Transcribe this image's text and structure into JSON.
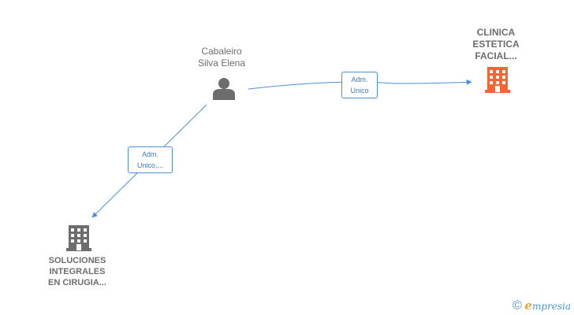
{
  "diagram": {
    "nodes": [
      {
        "id": "person",
        "kind": "person",
        "label_lines": [
          "Cabaleiro",
          "Silva Elena"
        ]
      },
      {
        "id": "clinica",
        "kind": "company",
        "label_lines": [
          "CLINICA",
          "ESTETICA",
          "FACIAL..."
        ],
        "color": "#f26835"
      },
      {
        "id": "soluciones",
        "kind": "company",
        "label_lines": [
          "SOLUCIONES",
          "INTEGRALES",
          "EN CIRUGIA..."
        ],
        "color": "#6d6d6d"
      }
    ],
    "edges": [
      {
        "from": "person",
        "to": "clinica",
        "label_lines": [
          "Adm.",
          "Unico"
        ]
      },
      {
        "from": "person",
        "to": "soluciones",
        "label_lines": [
          "Adm.",
          "Unico,..."
        ]
      }
    ],
    "colors": {
      "edge": "#4a90d9",
      "person_icon": "#6d6d6d",
      "label_text": "#6d6d6d"
    }
  },
  "footer": {
    "copyright_symbol": "©",
    "brand_initial": "e",
    "brand_rest": "mpresia"
  }
}
